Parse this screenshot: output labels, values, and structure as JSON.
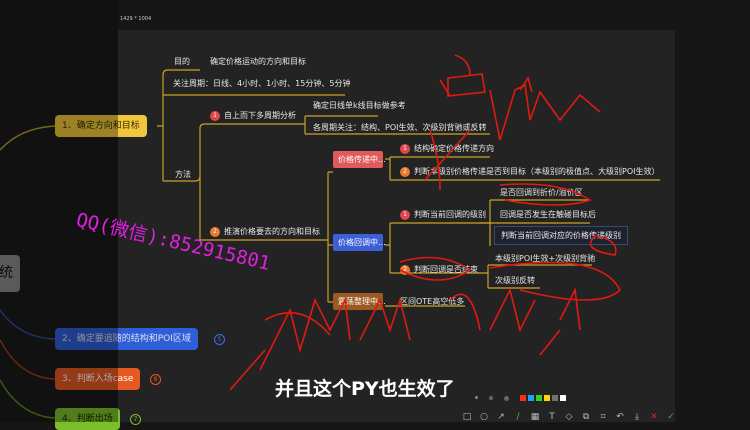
{
  "window": {
    "size_label": "1429 * 1004"
  },
  "left_nodes": [
    {
      "label": "1、确定方向和目标",
      "color": "#f0c63c"
    },
    {
      "label": "统"
    },
    {
      "label": "2、确定要追随的结构和POI区域",
      "badge": "5",
      "color": "#2f5fd8"
    },
    {
      "label": "3、判断入场case",
      "badge": "8",
      "color": "#e55a22"
    },
    {
      "label": "4、判断出场",
      "badge": "7",
      "color": "#7bbf2a"
    }
  ],
  "map": {
    "purpose_label": "目的",
    "purpose_text": "确定价格运动的方向和目标",
    "periods": "关注周期：日线、4小时、1小时、15分钟、5分钟",
    "method": "方法",
    "m1": {
      "num": "1",
      "label": "自上而下多周期分析",
      "children": [
        "确定日线单k线目标做参考",
        "各周期关注：结构、POI生效、次级别背驰或反转"
      ]
    },
    "m2": {
      "num": "2",
      "label": "推演价格要去的方向和目标"
    },
    "states": [
      {
        "label": "价格传递中...",
        "color": "#e05a5a",
        "items": [
          {
            "num": "1",
            "text": "结构确定价格传递方向"
          },
          {
            "num": "2",
            "text": "判断本级别价格传递是否到目标（本级别的极值点、大级别POI生效）"
          }
        ]
      },
      {
        "label": "价格回调中...",
        "color": "#3d5fd8",
        "items": [
          {
            "num": "1",
            "text": "判断当前回调的级别",
            "children": [
              "是否回调到折价/溢价区",
              "回调是否发生在触碰目标后",
              "判断当前回调对应的价格传递级别"
            ]
          },
          {
            "num": "2",
            "text": "判断回调是否结束",
            "children": [
              "本级别POI生效+次级别背驰",
              "次级别反转"
            ]
          }
        ]
      },
      {
        "label": "震荡整理中...",
        "color": "#9c5a22",
        "items": [
          {
            "text": "区间OTE高空低多"
          }
        ]
      }
    ]
  },
  "watermark": "QQ(微信):852915801",
  "subtitle": "并且这个PY也生效了",
  "toolbar": {
    "tools": [
      "rectangle-icon",
      "circle-icon",
      "arrow-icon",
      "pen-icon",
      "mosaic-icon",
      "text-icon",
      "tag-icon",
      "pin-icon",
      "ocr-icon",
      "undo-icon",
      "download-icon",
      "cancel-icon",
      "confirm-icon"
    ],
    "colors": [
      "#ff2a1a",
      "#1ea0ff",
      "#38d020",
      "#ffd400",
      "#707070",
      "#ffffff"
    ]
  }
}
